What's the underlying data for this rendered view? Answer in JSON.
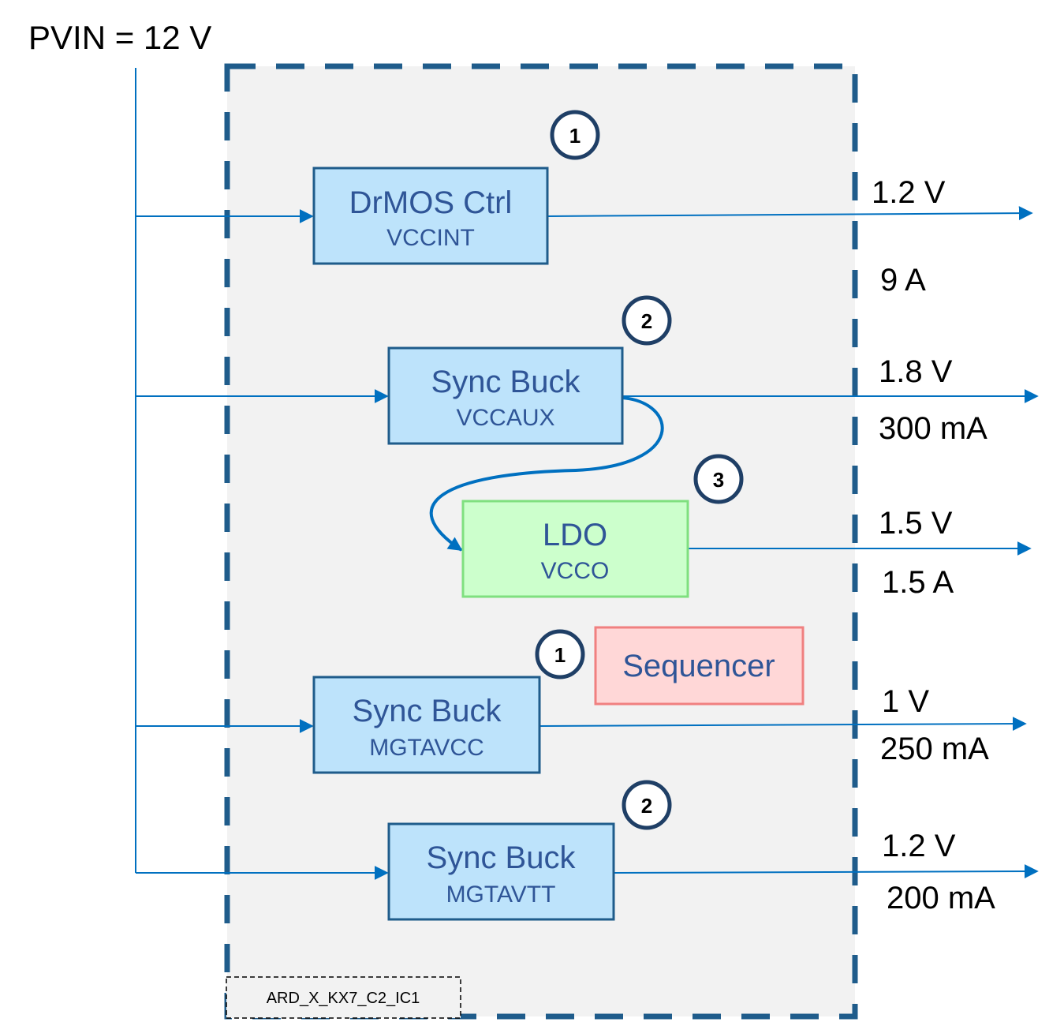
{
  "input": {
    "label": "PVIN = 12 V"
  },
  "blocks": {
    "vccint": {
      "title": "DrMOS Ctrl",
      "subtitle": "VCCINT",
      "badge": "1"
    },
    "vccaux": {
      "title": "Sync Buck",
      "subtitle": "VCCAUX",
      "badge": "2"
    },
    "vcco": {
      "title": "LDO",
      "subtitle": "VCCO",
      "badge": "3"
    },
    "mgtavcc": {
      "title": "Sync Buck",
      "subtitle": "MGTAVCC",
      "badge": "1"
    },
    "mgtavtt": {
      "title": "Sync Buck",
      "subtitle": "MGTAVTT",
      "badge": "2"
    },
    "sequencer": {
      "title": "Sequencer"
    }
  },
  "outputs": {
    "vccint": {
      "voltage": "1.2 V",
      "current": "9 A"
    },
    "vccaux": {
      "voltage": "1.8 V",
      "current": "300 mA"
    },
    "vcco": {
      "voltage": "1.5 V",
      "current": "1.5 A"
    },
    "mgtavcc": {
      "voltage": "1 V",
      "current": "250 mA"
    },
    "mgtavtt": {
      "voltage": "1.2 V",
      "current": "200 mA"
    }
  },
  "ic_tag": "ARD_X_KX7_C2_IC1",
  "colors": {
    "wire": "#0070C0",
    "border": "#1F5C8B",
    "blue_fill": "#BDE3FB",
    "green_fill": "#CCFFCC",
    "green_stroke": "#7FE07F",
    "red_fill": "#FFD7D7",
    "red_stroke": "#F08080",
    "text_blue": "#2F5597"
  }
}
